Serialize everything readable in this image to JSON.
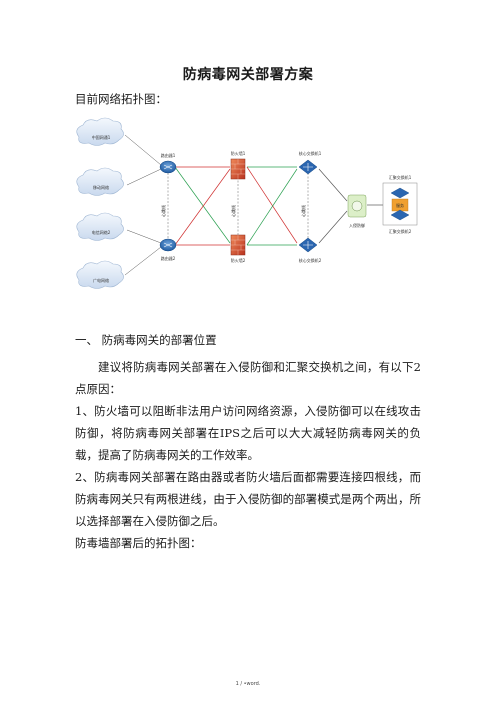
{
  "document": {
    "title": "防病毒网关部署方案",
    "intro": "目前网络拓扑图：",
    "section1_heading": "一、   防病毒网关的部署位置",
    "para1": "建议将防病毒网关部署在入侵防御和汇聚交换机之间，有以下2点原因：",
    "para2": "1、防火墙可以阻断非法用户访问网络资源，入侵防御可以在线攻击防御，将防病毒网关部署在IPS之后可以大大减轻防病毒网关的负载，提高了防病毒网关的工作效率。",
    "para3": "2、防病毒网关部署在路由器或者防火墙后面都需要连接四根线，而防病毒网关只有两根进线，由于入侵防御的部署模式是两个两出，所以选择部署在入侵防御之后。",
    "para4": "防毒墙部署后的拓扑图：",
    "footer": "1 / •word."
  },
  "diagram": {
    "clouds": [
      "中国网通1",
      "移动网络",
      "电信网络2",
      "广电网络"
    ],
    "router_top": "路由器1",
    "router_bottom": "路由器2",
    "firewall_top": "防火墙1",
    "firewall_bottom": "防火墙2",
    "core_top": "核心交换机1",
    "core_bottom": "核心交换机2",
    "ips": "入侵防御",
    "agg_top": "汇聚交换机1",
    "agg_bottom": "汇聚交换机2",
    "agg_center": "服务",
    "link_left": "心跳线",
    "link_mid": "心跳线",
    "link_right": "心跳线"
  }
}
